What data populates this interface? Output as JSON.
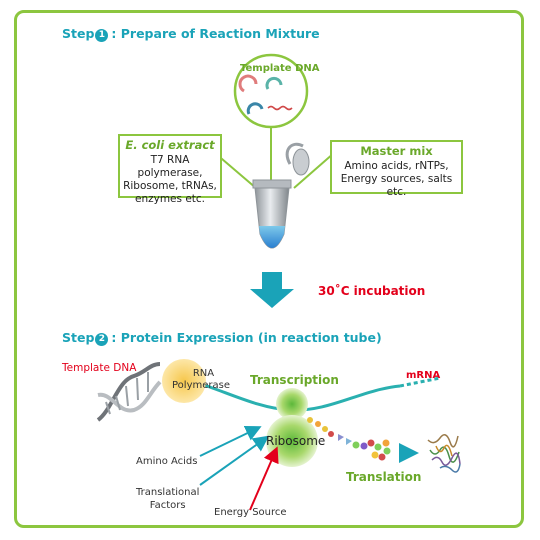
{
  "step1": {
    "prefix": "Step",
    "num": "1",
    "title": ": Prepare of Reaction Mixture"
  },
  "template_dna_circle": {
    "label": "Template DNA"
  },
  "ecoli_box": {
    "title": "E. coli extract",
    "lines": [
      "T7 RNA polymerase,",
      "Ribosome, tRNAs,",
      "enzymes etc."
    ]
  },
  "master_box": {
    "title": "Master mix",
    "lines": [
      "Amino acids, rNTPs,",
      "Energy sources, salts etc."
    ]
  },
  "incubation": "30˚C incubation",
  "step2": {
    "prefix": "Step",
    "num": "2",
    "title": ": Protein Expression (in reaction tube)"
  },
  "diagram": {
    "template_dna": "Template DNA",
    "rna_polymerase": [
      "RNA",
      "Polymerase"
    ],
    "transcription": "Transcription",
    "mrna": "mRNA",
    "ribosome": "Ribosome",
    "translation": "Translation",
    "amino_acids": "Amino Acids",
    "translational_factors": [
      "Translational",
      "Factors"
    ],
    "energy_source": "Energy Source"
  },
  "colors": {
    "frame": "#8cc63f",
    "teal": "#1aa3b8",
    "green": "#6aa82a",
    "red": "#e3001b"
  }
}
